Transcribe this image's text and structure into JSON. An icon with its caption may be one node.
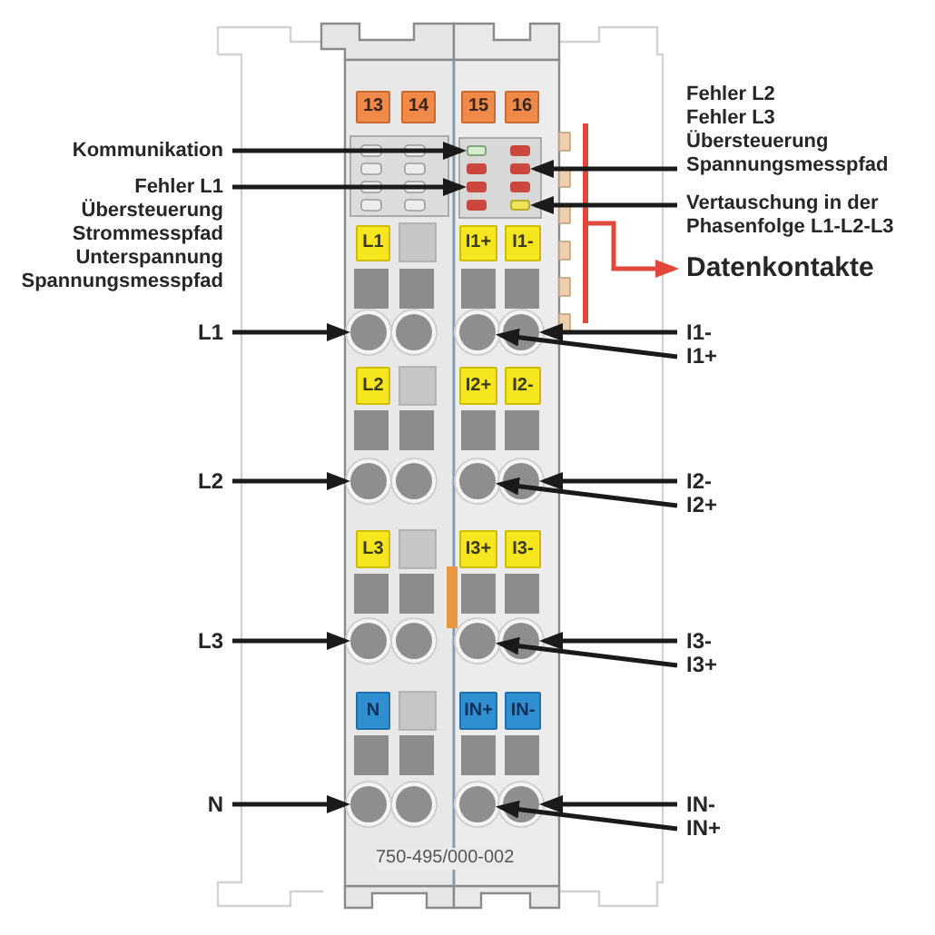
{
  "diagram": {
    "nodes": [
      {
        "text": [
          "Fehler L2",
          "Fehler L3",
          "Übersteuerung Spannungsmesspfad"
        ]
      },
      {
        "text": [
          "Kommunikation"
        ]
      },
      {
        "text": [
          "Fehler L1",
          "Übersteuerung Strommesspfad",
          "Unterspannung Spannungsmesspfad"
        ]
      },
      {
        "text": [
          "Vertauschung in der Phasenfolge L1-L2-L3"
        ]
      },
      {
        "text": [
          "Datenkontakte"
        ]
      },
      {
        "text": [
          "L1"
        ]
      },
      {
        "text": [
          "I1-"
        ]
      },
      {
        "text": [
          "I1+"
        ]
      },
      {
        "text": [
          "L2"
        ]
      },
      {
        "text": [
          "I2-"
        ]
      },
      {
        "text": [
          "I2+"
        ]
      },
      {
        "text": [
          "L3"
        ]
      },
      {
        "text": [
          "I3-"
        ]
      },
      {
        "text": [
          "I3+"
        ]
      },
      {
        "text": [
          "N"
        ]
      },
      {
        "text": [
          "IN-"
        ]
      },
      {
        "text": [
          "IN+"
        ]
      },
      {
        "text": [],
        "shape": "box"
      },
      {
        "text": [],
        "shape": "box"
      },
      {
        "text": [],
        "shape": "box"
      },
      {
        "text": [],
        "shape": "box"
      },
      {
        "text": [],
        "shape": "bar"
      },
      {
        "text": [],
        "shape": "circle"
      },
      {
        "text": [],
        "shape": "circle"
      },
      {
        "text": [],
        "shape": "circle"
      },
      {
        "text": [],
        "shape": "circle"
      },
      {
        "text": [],
        "shape": "circle"
      },
      {
        "text": [],
        "shape": "circle"
      },
      {
        "text": [],
        "shape": "circle"
      },
      {
        "text": [],
        "shape": "circle"
      },
      {
        "text": [],
        "shape": "circle"
      },
      {
        "text": [],
        "shape": "circle"
      },
      {
        "text": [],
        "shape": "circle"
      },
      {
        "text": [],
        "shape": "circle"
      }
    ],
    "edges": [
      {
        "from": 1,
        "to": 17,
        "arrow": "to"
      },
      {
        "from": 0,
        "to": 18,
        "arrow": "to"
      },
      {
        "from": 2,
        "to": 19,
        "arrow": "to"
      },
      {
        "from": 3,
        "to": 20,
        "arrow": "to"
      },
      {
        "from": 21,
        "to": 4,
        "arrow": "to",
        "color": "#e0483a"
      },
      {
        "from": 5,
        "to": 22,
        "arrow": "to"
      },
      {
        "from": 6,
        "to": 24,
        "arrow": "to"
      },
      {
        "from": 7,
        "to": 23,
        "arrow": "to"
      },
      {
        "from": 8,
        "to": 25,
        "arrow": "to"
      },
      {
        "from": 9,
        "to": 27,
        "arrow": "to"
      },
      {
        "from": 10,
        "to": 26,
        "arrow": "to"
      },
      {
        "from": 11,
        "to": 28,
        "arrow": "to"
      },
      {
        "from": 12,
        "to": 30,
        "arrow": "to"
      },
      {
        "from": 13,
        "to": 29,
        "arrow": "to"
      },
      {
        "from": 14,
        "to": 31,
        "arrow": "to"
      },
      {
        "from": 15,
        "to": 33,
        "arrow": "to"
      },
      {
        "from": 16,
        "to": 32,
        "arrow": "to"
      }
    ],
    "labels": [
      "13",
      "14",
      "15",
      "16",
      "L1",
      "I1+",
      "I1-",
      "L2",
      "I2+",
      "I2-",
      "L3",
      "I3+",
      "I3-",
      "N",
      "IN+",
      "IN-",
      "750-495/000-002"
    ]
  }
}
